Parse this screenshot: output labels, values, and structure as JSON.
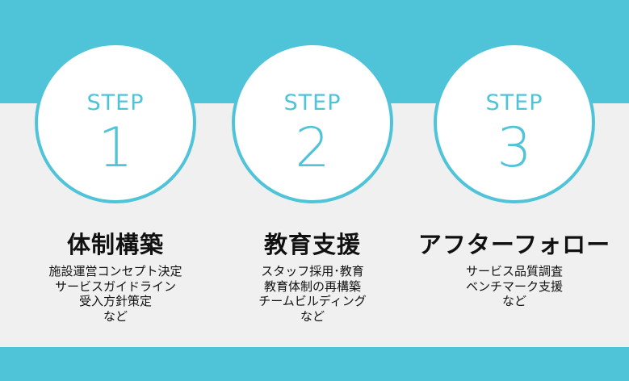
{
  "steps": [
    {
      "label": "STEP",
      "number": "1",
      "title": "体制構築",
      "lines": [
        "施設運営コンセプト決定",
        "サービスガイドライン",
        "受入方針策定",
        "など"
      ]
    },
    {
      "label": "STEP",
      "number": "2",
      "title": "教育支援",
      "lines": [
        "スタッフ採用･教育",
        "教育体制の再構築",
        "チームビルディング",
        "など"
      ]
    },
    {
      "label": "STEP",
      "number": "3",
      "title": "アフターフォロー",
      "lines": [
        "サービス品質調査",
        "ベンチマーク支援",
        "など"
      ]
    }
  ],
  "colors": {
    "accent": "#4fc4d9",
    "background": "#f0f0f0",
    "text": "#111111"
  }
}
